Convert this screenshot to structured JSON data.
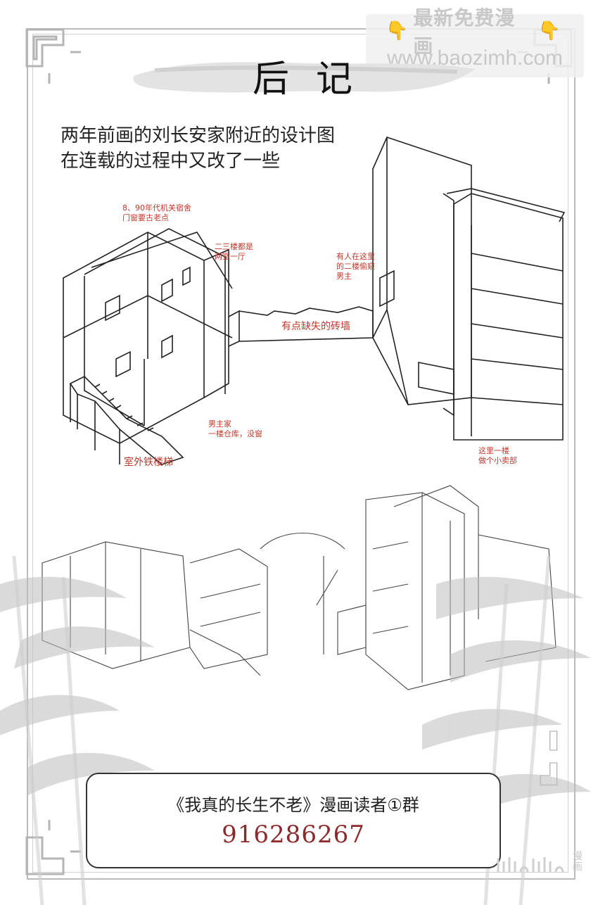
{
  "watermark": {
    "top_text": "最新免费漫画",
    "hand_icon": "pointing-down-hand",
    "url": "www.baozimh.com"
  },
  "title": "后记",
  "intro": {
    "line1": "两年前画的刘长安家附近的设计图",
    "line2": "在连载的过程中又改了一些"
  },
  "annotations": {
    "dorm_line1": "8、90年代机关宿舍",
    "dorm_line2": "门窗要古老点",
    "floors_line1": "二三楼都是",
    "floors_line2": "两室一厅",
    "peek_line1": "有人在这里",
    "peek_line2": "的二楼偷窥",
    "peek_line3": "男主",
    "wall": "有点缺失的砖墙",
    "home_line1": "男主家",
    "home_line2": "一楼仓库，没窗",
    "stairs": "室外铁楼梯",
    "shop_line1": "这里一楼",
    "shop_line2": "做个小卖部"
  },
  "card": {
    "line1": "《我真的长生不老》漫画读者①群",
    "number": "916286267"
  },
  "logo": {
    "text": "漫画",
    "mark": "bilibili"
  },
  "colors": {
    "annotation_red": "#c0392b",
    "number_red": "#8a2a2a",
    "frame_gray": "#bcbcbc",
    "watermark_hand": "#f2b518"
  }
}
